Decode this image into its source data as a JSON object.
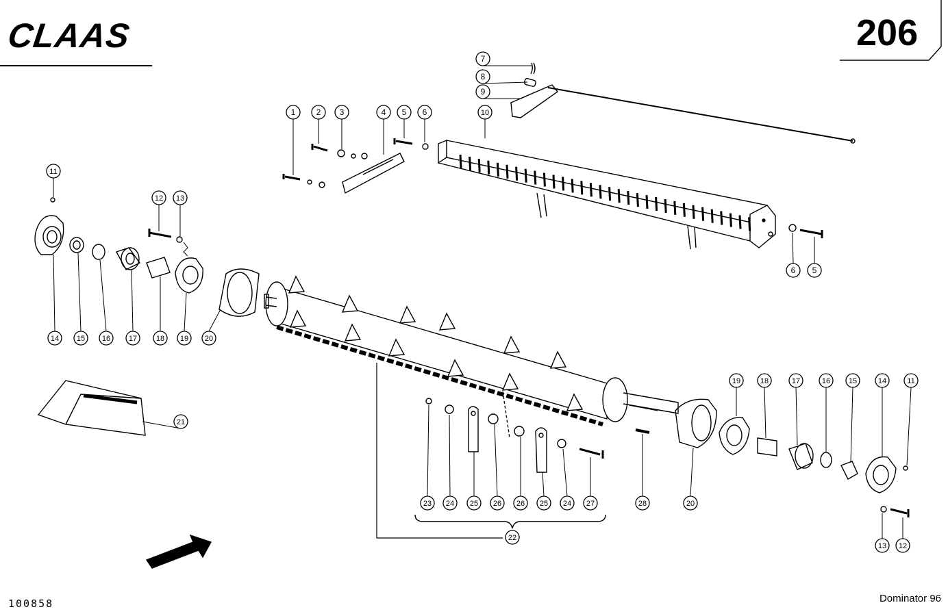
{
  "header": {
    "brand_logo": "CLAAS",
    "page_number": "206"
  },
  "footer": {
    "document_number": "100858",
    "model": "Dominator 96"
  },
  "callouts": [
    {
      "id": "c1",
      "label": "1"
    },
    {
      "id": "c2",
      "label": "2"
    },
    {
      "id": "c3",
      "label": "3"
    },
    {
      "id": "c4",
      "label": "4"
    },
    {
      "id": "c5a",
      "label": "5"
    },
    {
      "id": "c6a",
      "label": "6"
    },
    {
      "id": "c10",
      "label": "10"
    },
    {
      "id": "c9",
      "label": "9"
    },
    {
      "id": "c8",
      "label": "8"
    },
    {
      "id": "c7",
      "label": "7"
    },
    {
      "id": "c6b",
      "label": "6"
    },
    {
      "id": "c5b",
      "label": "5"
    },
    {
      "id": "c11a",
      "label": "11"
    },
    {
      "id": "c12a",
      "label": "12"
    },
    {
      "id": "c13a",
      "label": "13"
    },
    {
      "id": "c14a",
      "label": "14"
    },
    {
      "id": "c15a",
      "label": "15"
    },
    {
      "id": "c16a",
      "label": "16"
    },
    {
      "id": "c17a",
      "label": "17"
    },
    {
      "id": "c18a",
      "label": "18"
    },
    {
      "id": "c19a",
      "label": "19"
    },
    {
      "id": "c20a",
      "label": "20"
    },
    {
      "id": "c21",
      "label": "21"
    },
    {
      "id": "c19b",
      "label": "19"
    },
    {
      "id": "c18b",
      "label": "18"
    },
    {
      "id": "c17b",
      "label": "17"
    },
    {
      "id": "c16b",
      "label": "16"
    },
    {
      "id": "c15b",
      "label": "15"
    },
    {
      "id": "c14b",
      "label": "14"
    },
    {
      "id": "c11b",
      "label": "11"
    },
    {
      "id": "c23",
      "label": "23"
    },
    {
      "id": "c24a",
      "label": "24"
    },
    {
      "id": "c25a",
      "label": "25"
    },
    {
      "id": "c26a",
      "label": "26"
    },
    {
      "id": "c26b",
      "label": "26"
    },
    {
      "id": "c25b",
      "label": "25"
    },
    {
      "id": "c24b",
      "label": "24"
    },
    {
      "id": "c27",
      "label": "27"
    },
    {
      "id": "c28",
      "label": "28"
    },
    {
      "id": "c20b",
      "label": "20"
    },
    {
      "id": "c22",
      "label": "22"
    },
    {
      "id": "c13b",
      "label": "13"
    },
    {
      "id": "c12b",
      "label": "12"
    }
  ]
}
